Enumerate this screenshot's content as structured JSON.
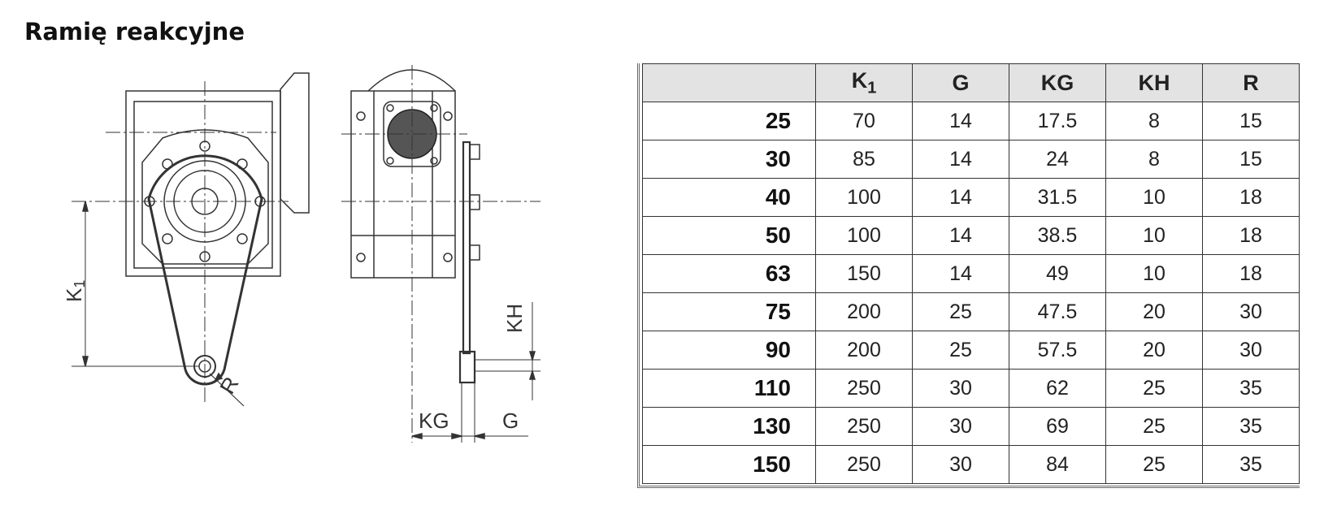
{
  "title": "Ramię reakcyjne",
  "drawing": {
    "labels": {
      "k1": "K",
      "k1_sub": "1",
      "r": "R",
      "kh": "KH",
      "kg": "KG",
      "g": "G"
    }
  },
  "table": {
    "headers": [
      {
        "main": "",
        "sub": ""
      },
      {
        "main": "K",
        "sub": "1"
      },
      {
        "main": "G",
        "sub": ""
      },
      {
        "main": "KG",
        "sub": ""
      },
      {
        "main": "KH",
        "sub": ""
      },
      {
        "main": "R",
        "sub": ""
      }
    ],
    "rows": [
      [
        "25",
        "70",
        "14",
        "17.5",
        "8",
        "15"
      ],
      [
        "30",
        "85",
        "14",
        "24",
        "8",
        "15"
      ],
      [
        "40",
        "100",
        "14",
        "31.5",
        "10",
        "18"
      ],
      [
        "50",
        "100",
        "14",
        "38.5",
        "10",
        "18"
      ],
      [
        "63",
        "150",
        "14",
        "49",
        "10",
        "18"
      ],
      [
        "75",
        "200",
        "25",
        "47.5",
        "20",
        "30"
      ],
      [
        "90",
        "200",
        "25",
        "57.5",
        "20",
        "30"
      ],
      [
        "110",
        "250",
        "30",
        "62",
        "25",
        "35"
      ],
      [
        "130",
        "250",
        "30",
        "69",
        "25",
        "35"
      ],
      [
        "150",
        "250",
        "30",
        "84",
        "25",
        "35"
      ]
    ]
  }
}
